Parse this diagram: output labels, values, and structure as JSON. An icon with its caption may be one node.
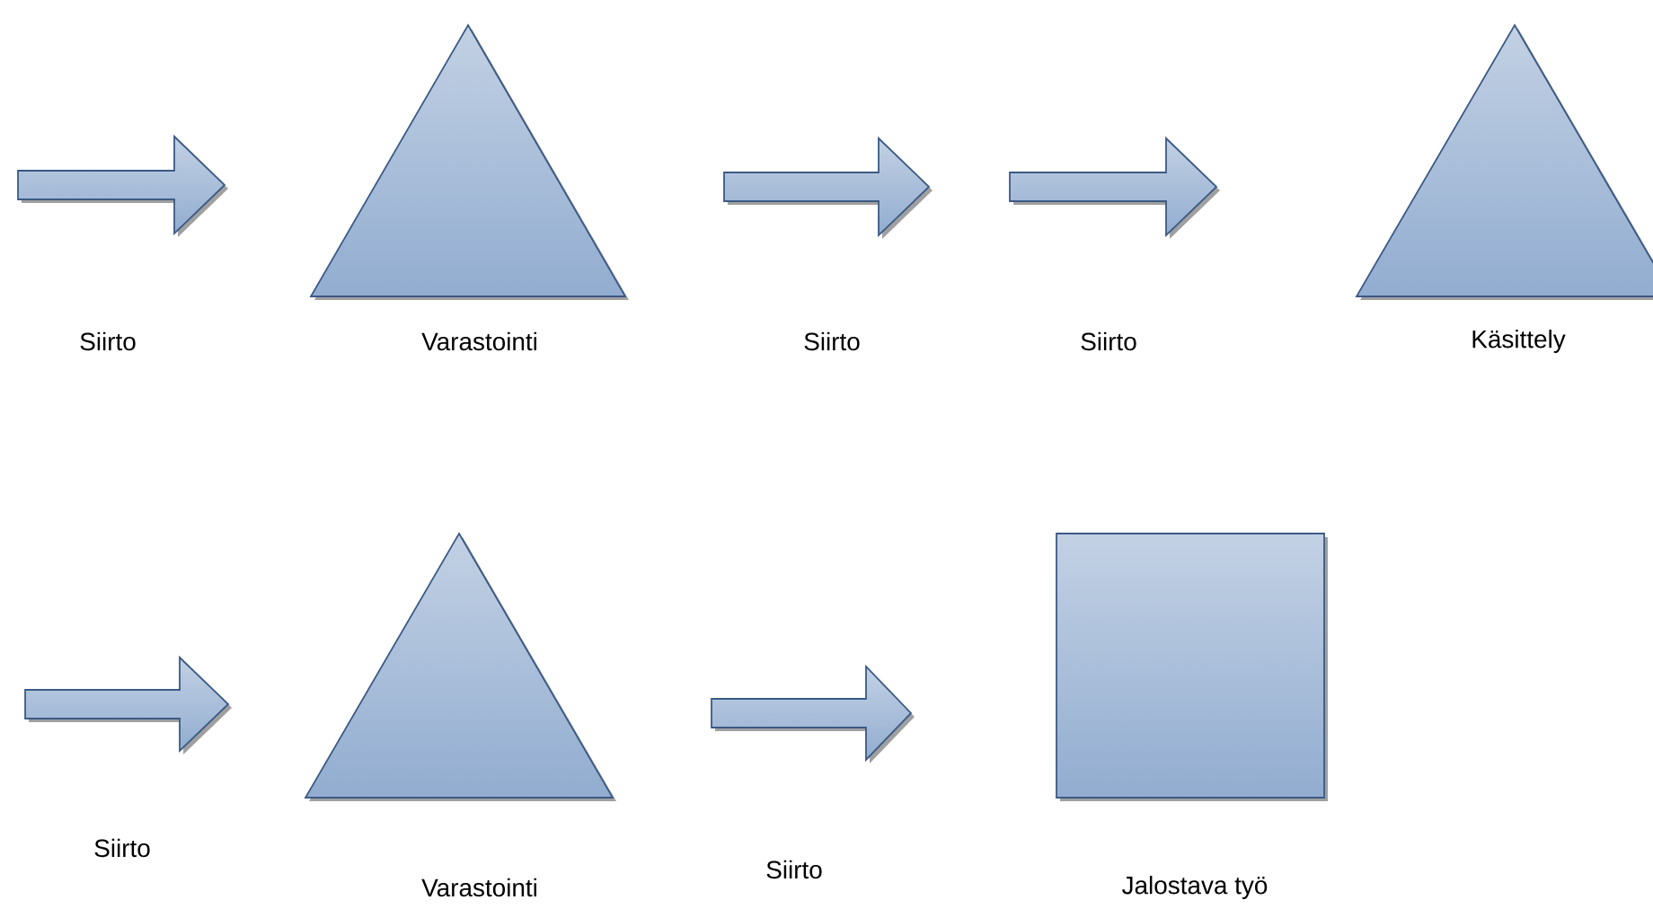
{
  "diagram": {
    "nodes": [
      {
        "text": [],
        "shape": "arrow",
        "beside": [
          "Siirto"
        ]
      },
      {
        "text": [],
        "shape": "triangle",
        "beside": [
          "Varastointi"
        ]
      },
      {
        "text": [],
        "shape": "arrow",
        "beside": [
          "Siirto"
        ]
      },
      {
        "text": [],
        "shape": "arrow",
        "beside": [
          "Siirto"
        ]
      },
      {
        "text": [],
        "shape": "triangle",
        "beside": [
          "Käsittely"
        ]
      },
      {
        "text": [],
        "shape": "arrow",
        "beside": [
          "Siirto"
        ]
      },
      {
        "text": [],
        "shape": "triangle",
        "beside": [
          "Varastointi"
        ]
      },
      {
        "text": [],
        "shape": "arrow",
        "beside": [
          "Siirto"
        ]
      },
      {
        "text": [],
        "shape": "box",
        "beside": [
          "Jalostava työ"
        ]
      }
    ]
  }
}
